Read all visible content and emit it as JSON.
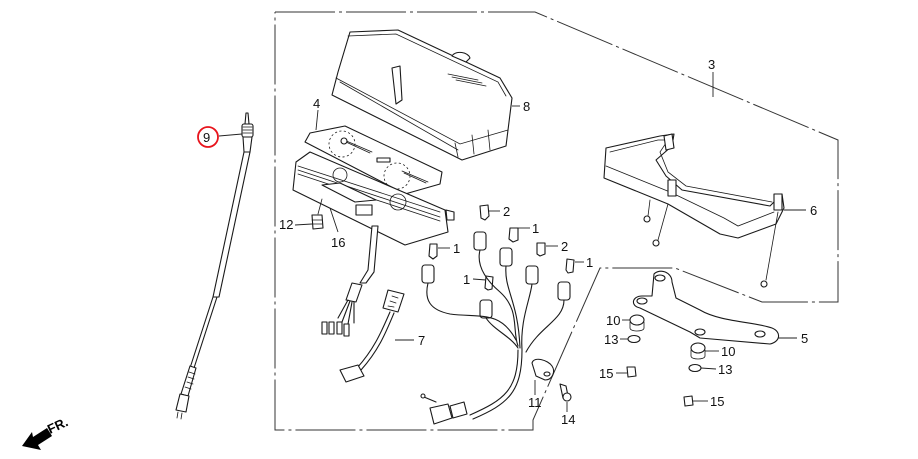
{
  "diagram": {
    "type": "exploded-parts-diagram",
    "subject": "instrument cluster / speedometer assembly",
    "direction_marker": {
      "label": "FR.",
      "icon": "front-direction-arrow-icon"
    },
    "highlighted_part": "9",
    "highlight_color": "#e8141c",
    "callouts": [
      {
        "id": "c9",
        "number": "9",
        "part": "speedometer-cable",
        "highlighted": true
      },
      {
        "id": "c4",
        "number": "4",
        "part": "meter-panel"
      },
      {
        "id": "c8",
        "number": "8",
        "part": "meter-lens-cover"
      },
      {
        "id": "c3",
        "number": "3",
        "part": "meter-assembly"
      },
      {
        "id": "c6",
        "number": "6",
        "part": "meter-case"
      },
      {
        "id": "c12",
        "number": "12",
        "part": "bulb-socket"
      },
      {
        "id": "c16",
        "number": "16",
        "part": "meter-housing"
      },
      {
        "id": "c2a",
        "number": "2",
        "part": "bulb"
      },
      {
        "id": "c1a",
        "number": "1",
        "part": "bulb"
      },
      {
        "id": "c1b",
        "number": "1",
        "part": "bulb"
      },
      {
        "id": "c2b",
        "number": "2",
        "part": "bulb"
      },
      {
        "id": "c1c",
        "number": "1",
        "part": "bulb"
      },
      {
        "id": "c1d",
        "number": "1",
        "part": "bulb"
      },
      {
        "id": "c7",
        "number": "7",
        "part": "sub-harness"
      },
      {
        "id": "c11",
        "number": "11",
        "part": "harness-clip"
      },
      {
        "id": "c14",
        "number": "14",
        "part": "screw"
      },
      {
        "id": "c5",
        "number": "5",
        "part": "meter-stay"
      },
      {
        "id": "c10a",
        "number": "10",
        "part": "rubber-mount"
      },
      {
        "id": "c13a",
        "number": "13",
        "part": "washer"
      },
      {
        "id": "c10b",
        "number": "10",
        "part": "rubber-mount"
      },
      {
        "id": "c13b",
        "number": "13",
        "part": "washer"
      },
      {
        "id": "c15a",
        "number": "15",
        "part": "nut"
      },
      {
        "id": "c15b",
        "number": "15",
        "part": "nut"
      }
    ]
  }
}
